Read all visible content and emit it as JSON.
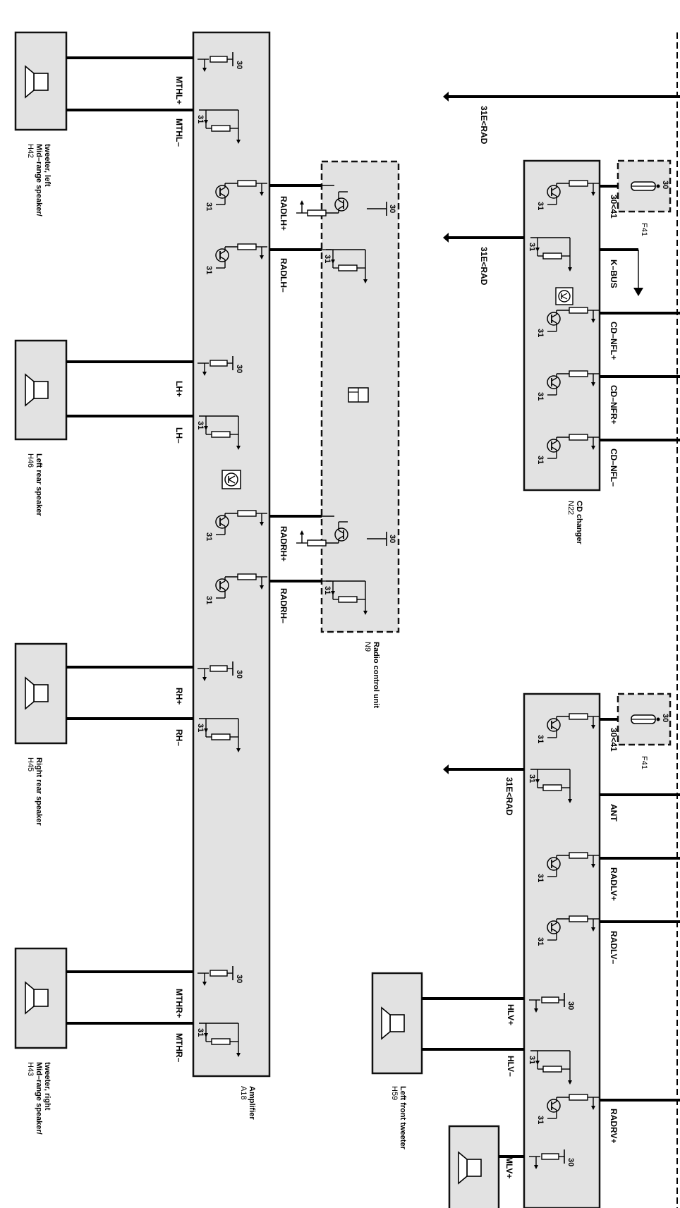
{
  "speakers": {
    "h42": {
      "code": "H42",
      "desc1": "Mid–range speaker/",
      "desc2": "tweeter, left"
    },
    "h46": {
      "code": "H46",
      "desc": "Left rear speaker"
    },
    "h45": {
      "code": "H45",
      "desc": "Right rear speaker"
    },
    "h43": {
      "code": "H43",
      "desc1": "Mid–range speaker/",
      "desc2": "tweeter, right"
    },
    "h59": {
      "code": "H59",
      "desc": "Left front tweeter"
    }
  },
  "amplifier": {
    "code": "A18",
    "name": "Amplifier"
  },
  "radio_unit": {
    "code": "N9",
    "name": "Radio control unit"
  },
  "cd_changer": {
    "code": "N22",
    "name": "CD changer"
  },
  "fuse": {
    "code": "F41"
  },
  "signals": {
    "mthl_plus": "MTHL+",
    "mthl_minus": "MTHL–",
    "radlh_plus": "RADLH+",
    "radlh_minus": "RADLH–",
    "lh_plus": "LH+",
    "lh_minus": "LH–",
    "radrh_plus": "RADRH+",
    "radrh_minus": "RADRH–",
    "rh_plus": "RH+",
    "rh_minus": "RH–",
    "mthr_plus": "MTHR+",
    "mthr_minus": "MTHR–",
    "e31_rad": "31E<RAD",
    "s30_41": "30<41",
    "kbus": "K–BUS",
    "cd_nfl_plus": "CD–NFL+",
    "cd_nfr_plus": "CD–NFR+",
    "cd_nfl_minus": "CD–NFL–",
    "ant": "ANT",
    "radlv_plus": "RADLV+",
    "radlv_minus": "RADLV–",
    "hlv_plus": "HLV+",
    "hlv_minus": "HLV–",
    "radrv_plus": "RADRV+",
    "mlv_plus": "MLV+"
  },
  "pins": {
    "p30": "30",
    "p31": "31"
  }
}
